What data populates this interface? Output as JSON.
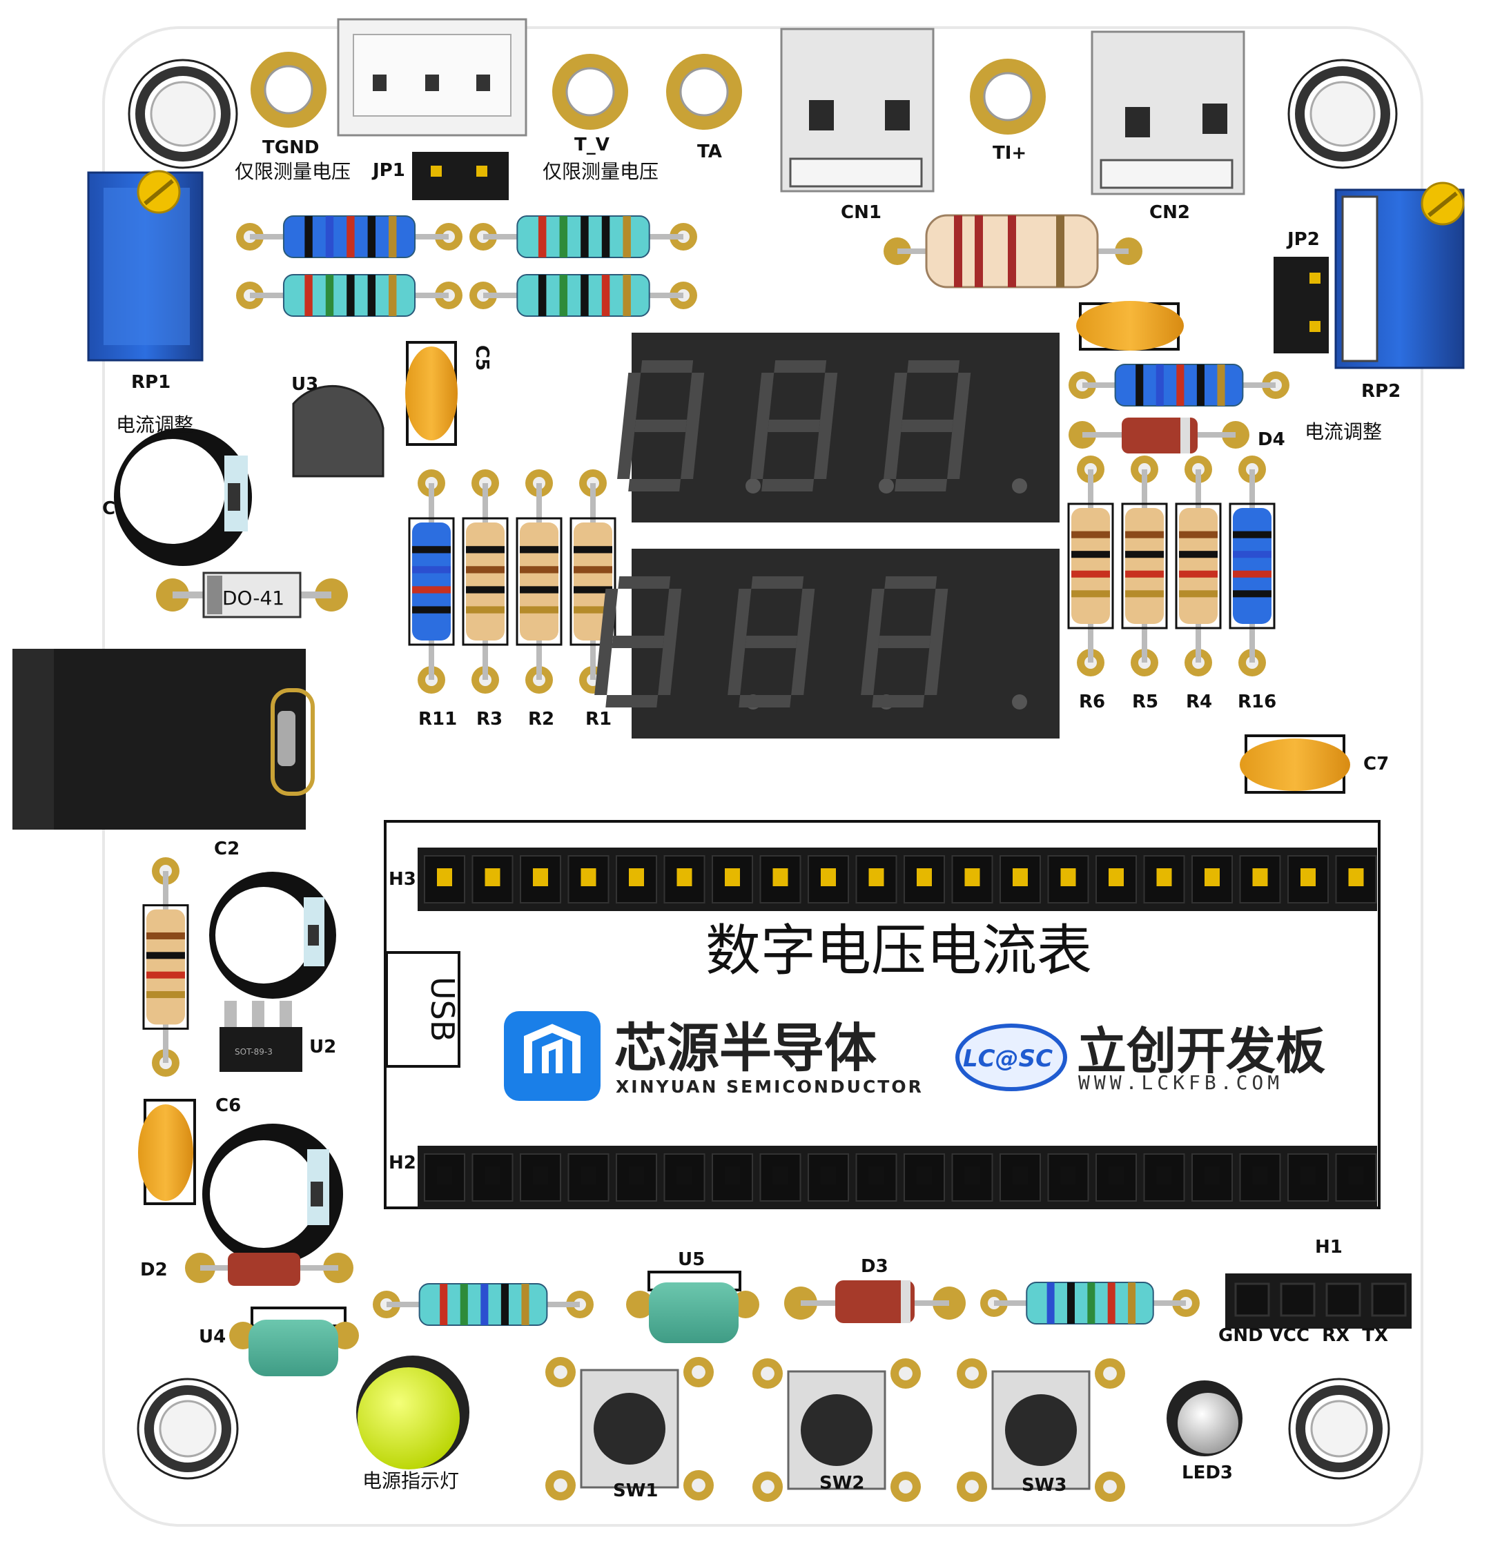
{
  "board": {
    "title": "数字电压电流表",
    "brand_left_cn": "芯源半导体",
    "brand_left_en": "XINYUAN SEMICONDUCTOR",
    "brand_right_logo": "LC@SC",
    "brand_right_cn": "立创开发板",
    "brand_right_url": "WWW.LCKFB.COM",
    "usb_label": "USB",
    "colors": {
      "board": "#ffffff",
      "pad": "#c9a236",
      "segment": "#3a3a3a",
      "header": "#1a1a1a"
    }
  },
  "labels": {
    "tgnd": "TGND",
    "tgnd_note": "仅限测量电压",
    "jp1": "JP1",
    "tv": "T_V",
    "tv_note": "仅限测量电压",
    "ta": "TA",
    "cn1": "CN1",
    "ti_plus": "TI+",
    "cn2": "CN2",
    "jp2": "JP2",
    "rp1": "RP1",
    "rp1_note": "电流调整",
    "rp2": "RP2",
    "rp2_note": "电流调整",
    "u3": "U3",
    "c5": "C5",
    "c_left": "C",
    "do41": "DO-41",
    "d4": "D4",
    "r11": "R11",
    "r3": "R3",
    "r2": "R2",
    "r1": "R1",
    "r6": "R6",
    "r5": "R5",
    "r4": "R4",
    "r16": "R16",
    "c7": "C7",
    "c2": "C2",
    "h3": "H3",
    "h2": "H2",
    "u2": "U2",
    "sot": "SOT-89-3",
    "c6": "C6",
    "d2": "D2",
    "u4": "U4",
    "u5": "U5",
    "d3": "D3",
    "h1": "H1",
    "h1_pins": "GND VCC  RX  TX",
    "power_led_note": "电源指示灯",
    "sw1": "SW1",
    "sw2": "SW2",
    "sw3": "SW3",
    "led3": "LED3"
  }
}
